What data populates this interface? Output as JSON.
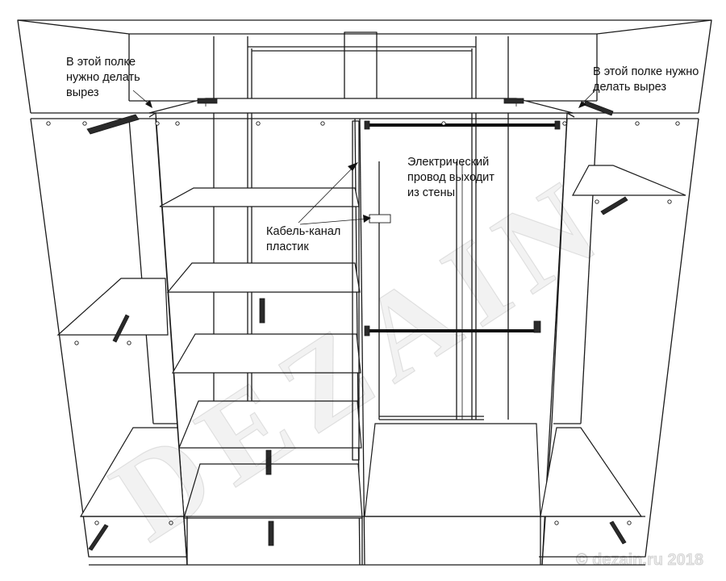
{
  "callouts": {
    "top_left_shelf": "В этой полке\nнужно делать\nвырез",
    "top_right_shelf": "В этой полке нужно\nделать вырез",
    "electric_wire": "Электрический\nпровод выходит\nиз стены",
    "cable_channel": "Кабель-канал\nпластик"
  },
  "watermark": {
    "text": "DEZAIN",
    "copyright": "© dezain.ru 2018"
  }
}
